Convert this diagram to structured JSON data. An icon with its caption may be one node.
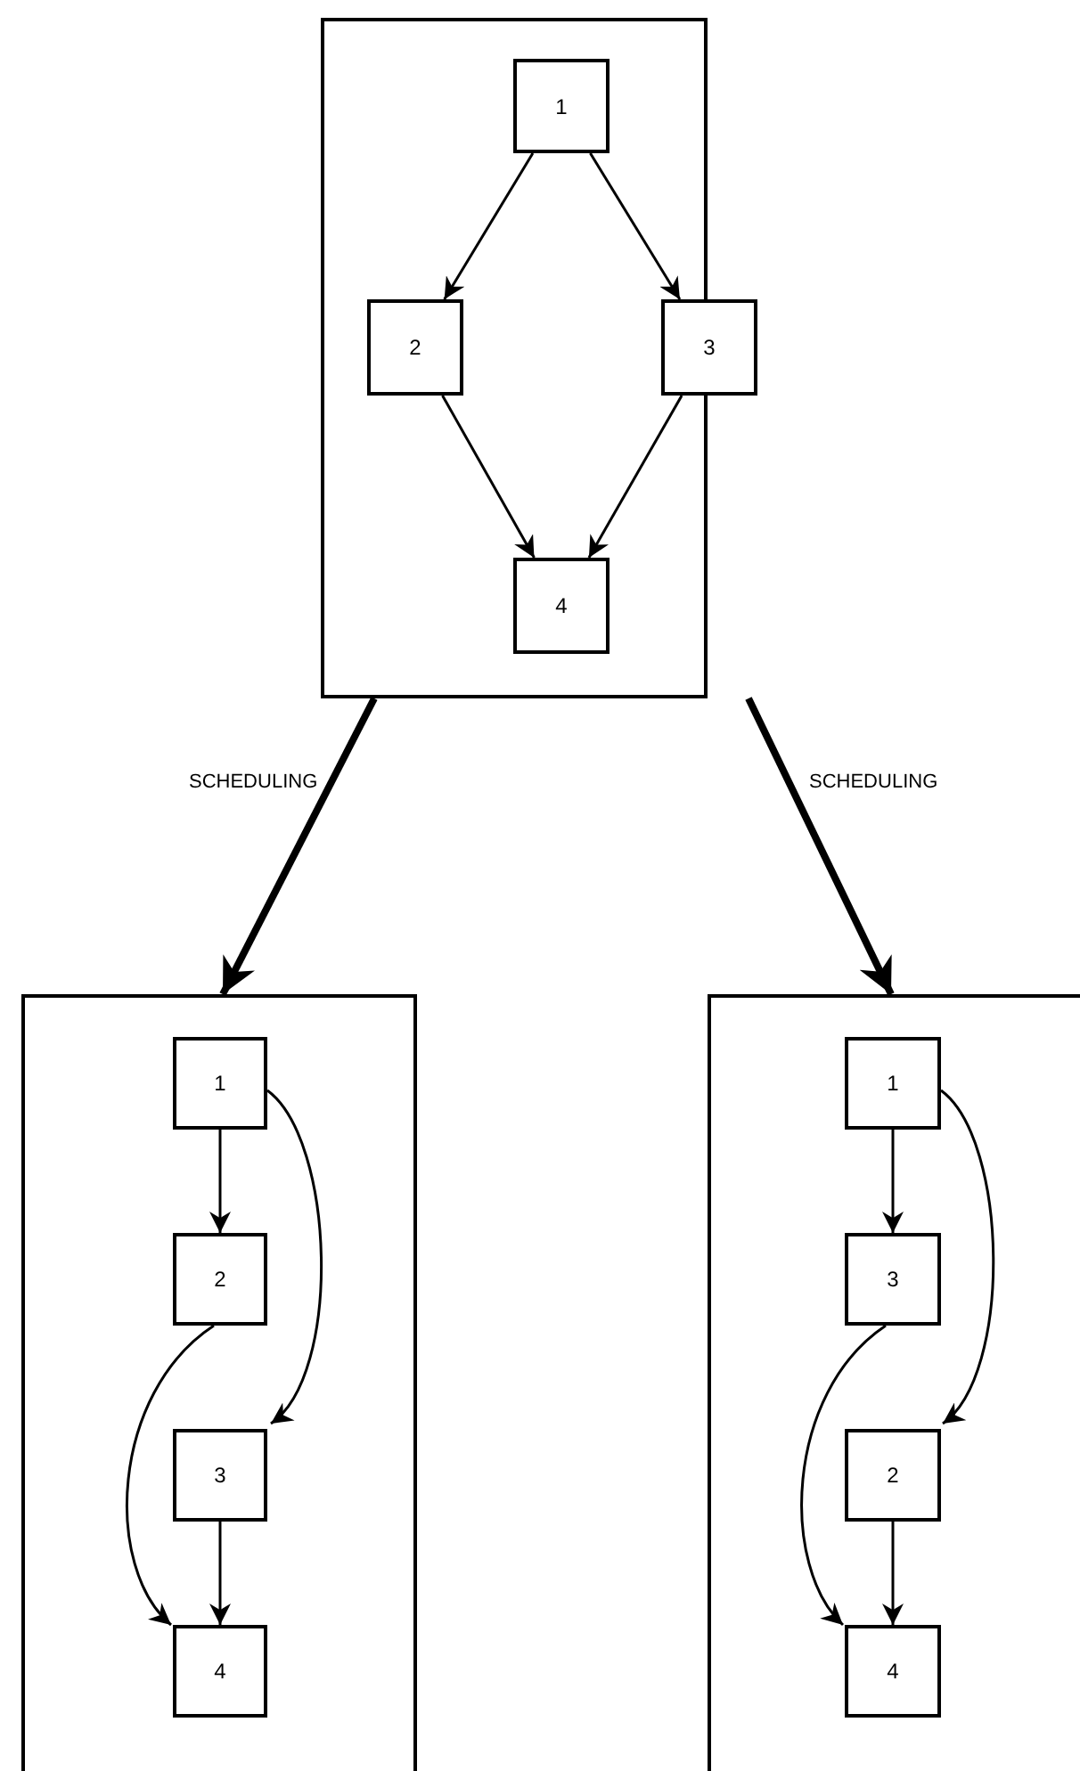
{
  "diagram": {
    "nodes": [
      {
        "text": [],
        "shape": "box"
      },
      {
        "text": [
          "1"
        ],
        "in": 0
      },
      {
        "text": [
          "2"
        ],
        "in": 0
      },
      {
        "text": [
          "3"
        ]
      },
      {
        "text": [
          "4"
        ],
        "in": 0
      },
      {
        "text": [],
        "shape": "box"
      },
      {
        "text": [
          "1"
        ],
        "in": 5
      },
      {
        "text": [
          "2"
        ],
        "in": 5
      },
      {
        "text": [
          "3"
        ],
        "in": 5
      },
      {
        "text": [
          "4"
        ],
        "in": 5
      },
      {
        "text": [],
        "shape": "box"
      },
      {
        "text": [
          "1"
        ],
        "in": 10
      },
      {
        "text": [
          "3"
        ],
        "in": 10
      },
      {
        "text": [
          "2"
        ],
        "in": 10
      },
      {
        "text": [
          "4"
        ],
        "in": 10
      }
    ],
    "edges": [
      {
        "from": 1,
        "to": 2,
        "arrow": "to"
      },
      {
        "from": 1,
        "to": 3,
        "arrow": "to"
      },
      {
        "from": 2,
        "to": 4,
        "arrow": "to"
      },
      {
        "from": 3,
        "to": 4,
        "arrow": "to"
      },
      {
        "from": 0,
        "to": 5,
        "arrow": "to",
        "label": "SCHEDULING",
        "style": "thick"
      },
      {
        "from": 0,
        "to": 10,
        "arrow": "to",
        "label": "SCHEDULING",
        "style": "thick"
      },
      {
        "from": 6,
        "to": 7,
        "arrow": "to"
      },
      {
        "from": 6,
        "to": 8,
        "arrow": "to"
      },
      {
        "from": 7,
        "to": 9,
        "arrow": "to"
      },
      {
        "from": 8,
        "to": 9,
        "arrow": "to"
      },
      {
        "from": 11,
        "to": 12,
        "arrow": "to"
      },
      {
        "from": 11,
        "to": 13,
        "arrow": "to"
      },
      {
        "from": 12,
        "to": 14,
        "arrow": "to"
      },
      {
        "from": 13,
        "to": 14,
        "arrow": "to"
      }
    ]
  }
}
